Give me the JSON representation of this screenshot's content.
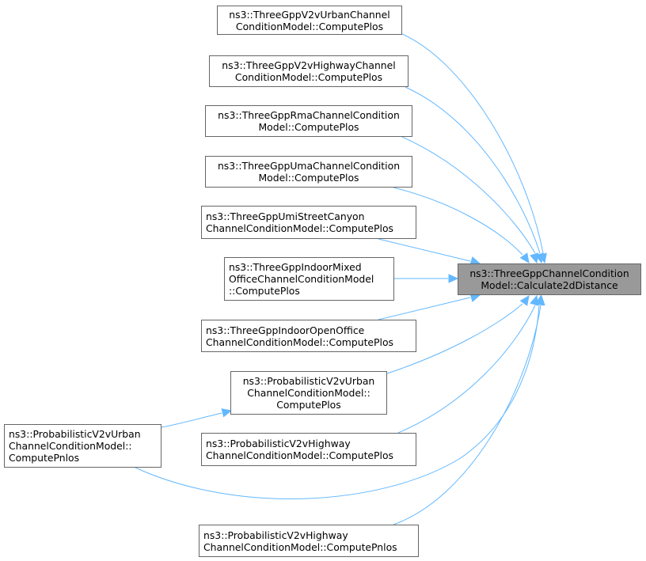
{
  "colors": {
    "edge": "#63b8ff",
    "node_border": "#666666",
    "target_fill": "#999999",
    "background": "#ffffff"
  },
  "target": {
    "lines": [
      "ns3::ThreeGppChannelCondition",
      "Model::Calculate2dDistance"
    ]
  },
  "callers": [
    {
      "lines": [
        "ns3::ThreeGppV2vUrbanChannel",
        "ConditionModel::ComputePlos"
      ]
    },
    {
      "lines": [
        "ns3::ThreeGppV2vHighwayChannel",
        "ConditionModel::ComputePlos"
      ]
    },
    {
      "lines": [
        "ns3::ThreeGppRmaChannelCondition",
        "Model::ComputePlos"
      ]
    },
    {
      "lines": [
        "ns3::ThreeGppUmaChannelCondition",
        "Model::ComputePlos"
      ]
    },
    {
      "lines": [
        "ns3::ThreeGppUmiStreetCanyon",
        "ChannelConditionModel::ComputePlos"
      ]
    },
    {
      "lines": [
        "ns3::ThreeGppIndoorMixed",
        "OfficeChannelConditionModel",
        "::ComputePlos"
      ]
    },
    {
      "lines": [
        "ns3::ThreeGppIndoorOpenOffice",
        "ChannelConditionModel::ComputePlos"
      ]
    },
    {
      "lines": [
        "ns3::ProbabilisticV2vUrban",
        "ChannelConditionModel::",
        "ComputePlos"
      ]
    },
    {
      "lines": [
        "ns3::ProbabilisticV2vHighway",
        "ChannelConditionModel::ComputePlos"
      ]
    },
    {
      "lines": [
        "ns3::ProbabilisticV2vHighway",
        "ChannelConditionModel::ComputePnlos"
      ]
    }
  ],
  "second_level": [
    {
      "lines": [
        "ns3::ProbabilisticV2vUrban",
        "ChannelConditionModel::",
        "ComputePnlos"
      ]
    }
  ]
}
